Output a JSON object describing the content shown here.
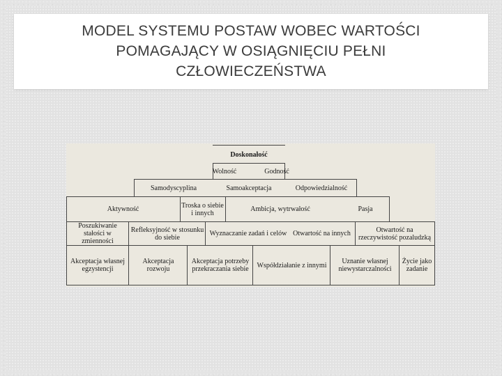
{
  "title": {
    "lines": [
      "MODEL SYSTEMU POSTAW WOBEC WARTOŚCI",
      "POMAGAJĄCY W OSIĄGNIĘCIU PEŁNI",
      "CZŁOWIECZEŃSTWA"
    ]
  },
  "diagram": {
    "level1": {
      "doskonalosc": "Doskonałość"
    },
    "level2": {
      "wolnosc": "Wolność",
      "godnosc": "Godność"
    },
    "level3": {
      "samodyscyplina": "Samodyscyplina",
      "samoakceptacja": "Samoakceptacja",
      "odpowiedzialnosc": "Odpowiedzialność"
    },
    "level4": {
      "aktywnosc": "Aktywność",
      "troska": "Troska o siebie i innych",
      "ambicja": "Ambicja, wytrwałość",
      "pasja": "Pasja"
    },
    "level5": {
      "poszukiwanie": "Poszukiwanie stałości w zmienności",
      "refleksyjnosc": "Refleksyjność w stosunku do siebie",
      "wyznaczanie": "Wyznaczanie zadań i celów",
      "otwartosc_innych": "Otwartość na innych",
      "otwartosc_rzeczywistosc": "Otwartość na rzeczywistość pozaludzką"
    },
    "level6": {
      "akceptacja_egzystencji": "Akceptacja własnej egzystencji",
      "akceptacja_rozwoju": "Akceptacja rozwoju",
      "akceptacja_przekraczania": "Akceptacja potrzeby przekraczania siebie",
      "wspoldzialanie": "Współdziałanie z innymi",
      "uznanie": "Uznanie własnej niewystarczalności",
      "zycie": "Życie jako zadanie"
    }
  }
}
